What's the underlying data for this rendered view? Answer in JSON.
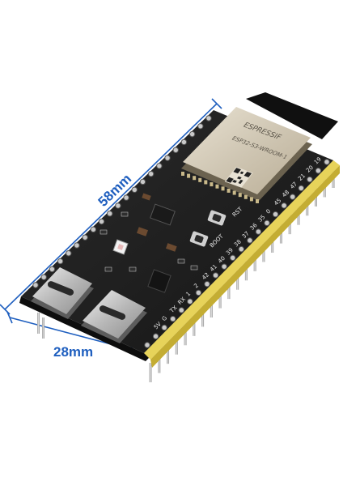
{
  "product": {
    "module_brand": "ESPRESSIF",
    "module_model": "ESP32-S3-WROOM-1",
    "button_labels": [
      "RST",
      "BOOT"
    ],
    "pin_labels": [
      "5V",
      "G",
      "TX",
      "RX",
      "1",
      "2",
      "42",
      "41",
      "40",
      "39",
      "38",
      "37",
      "36",
      "35",
      "0",
      "45",
      "48",
      "47",
      "21",
      "20",
      "19"
    ],
    "ports": [
      "usb-c-port",
      "usb-c-port"
    ]
  },
  "dimensions": {
    "length_label": "58mm",
    "width_label": "28mm",
    "color": "#1f5fbf"
  }
}
